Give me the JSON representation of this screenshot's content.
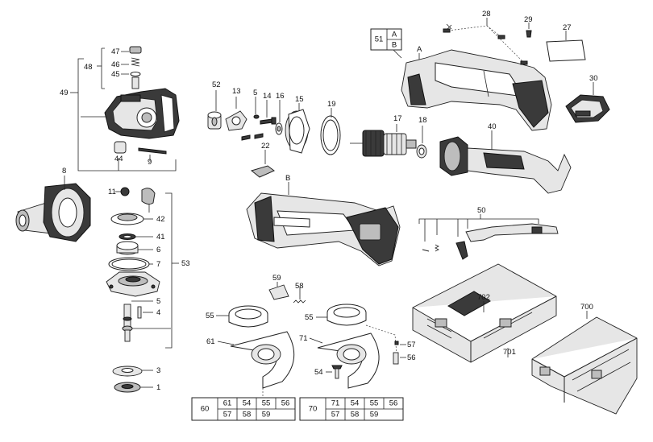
{
  "labels": {
    "l1": "1",
    "l3": "3",
    "l4": "4",
    "l5a": "5",
    "l5b": "5",
    "l6": "6",
    "l7": "7",
    "l8": "8",
    "l9": "9",
    "l11": "11",
    "l13": "13",
    "l14": "14",
    "l15": "15",
    "l16": "16",
    "l17": "17",
    "l18": "18",
    "l19": "19",
    "l22": "22",
    "l27": "27",
    "l28": "28",
    "l29": "29",
    "l30": "30",
    "l40": "40",
    "l41": "41",
    "l42": "42",
    "l44": "44",
    "l45": "45",
    "l46": "46",
    "l47": "47",
    "l48": "48",
    "l49": "49",
    "l50": "50",
    "l52": "52",
    "l53": "53",
    "l54": "54",
    "l55a": "55",
    "l55b": "55",
    "l56": "56",
    "l57": "57",
    "l58": "58",
    "l59": "59",
    "l61": "61",
    "l70b": "700",
    "l701": "701",
    "l702": "702",
    "l71": "71",
    "lA": "A",
    "lB": "B"
  },
  "box51": {
    "num": "51",
    "a": "A",
    "b": "B"
  },
  "table60": {
    "head": "60",
    "row1": [
      "61",
      "54",
      "55",
      "56"
    ],
    "row2": [
      "57",
      "58",
      "59",
      ""
    ]
  },
  "table70": {
    "head": "70",
    "row1": [
      "71",
      "54",
      "55",
      "56"
    ],
    "row2": [
      "57",
      "58",
      "59",
      ""
    ]
  }
}
